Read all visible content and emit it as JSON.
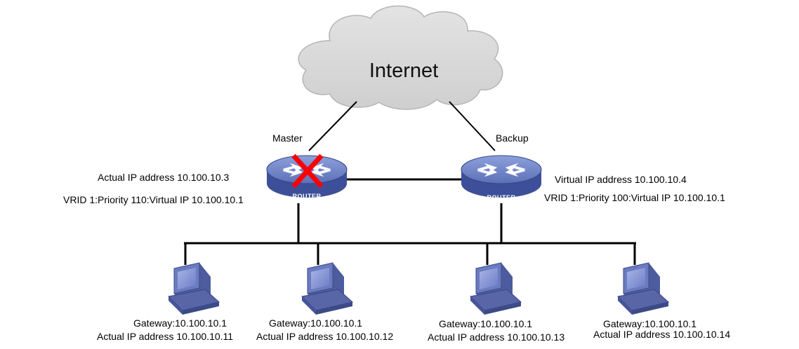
{
  "cloud": {
    "label": "Internet"
  },
  "master": {
    "role": "Master",
    "device_text": "ROUTER",
    "actual_ip": "Actual IP address 10.100.10.3",
    "vrid": "VRID 1:Priority 110:Virtual IP  10.100.10.1",
    "failed": true,
    "icon": "router-icon",
    "failure_icon": "red-x-icon"
  },
  "backup": {
    "role": "Backup",
    "device_text": "ROUTER",
    "virtual_ip": "Virtual IP address 10.100.10.4",
    "vrid": "VRID 1:Priority 100:Virtual IP  10.100.10.1",
    "icon": "router-icon"
  },
  "hosts": [
    {
      "gateway": "Gateway:10.100.10.1",
      "ip": "Actual IP address 10.100.10.11",
      "icon": "computer-icon"
    },
    {
      "gateway": "Gateway:10.100.10.1",
      "ip": "Actual IP address 10.100.10.12",
      "icon": "computer-icon"
    },
    {
      "gateway": "Gateway:10.100.10.1",
      "ip": "Actual IP address 10.100.10.13",
      "icon": "computer-icon"
    },
    {
      "gateway": "Gateway:10.100.10.1",
      "ip": "Actual IP address 10.100.10.14",
      "icon": "computer-icon"
    }
  ],
  "colors": {
    "cloud_fill": "#d6d6d6",
    "cloud_stroke": "#b9b9b9",
    "router_top": "#6f83c4",
    "router_side": "#3f4f9a",
    "failure_mark": "#ff0000",
    "computer_body": "#5a6aa8",
    "computer_screen": "#7f8fd0"
  }
}
